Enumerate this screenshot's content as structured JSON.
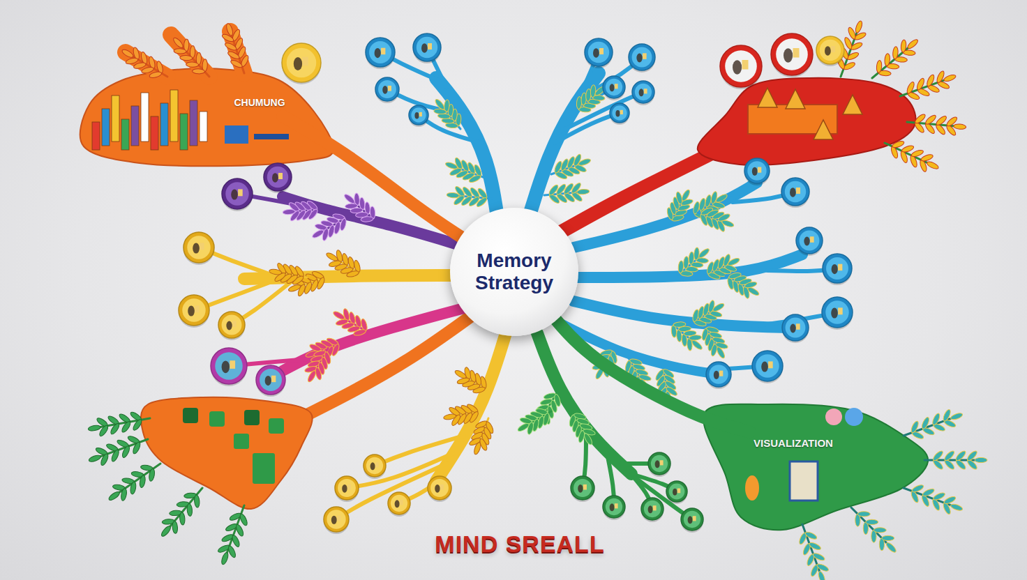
{
  "diagram": {
    "nodes": [
      {
        "text": [
          "CHUMUNG"
        ]
      },
      {
        "text": [
          "Memory Strategy"
        ]
      },
      {
        "text": [
          "VISUALIZATION"
        ]
      }
    ],
    "edges": [
      {
        "from": 1,
        "to": 0,
        "arrow": "none"
      },
      {
        "from": 1,
        "to": 2,
        "arrow": "none"
      }
    ],
    "labels": [
      "MIND SREALL"
    ]
  }
}
